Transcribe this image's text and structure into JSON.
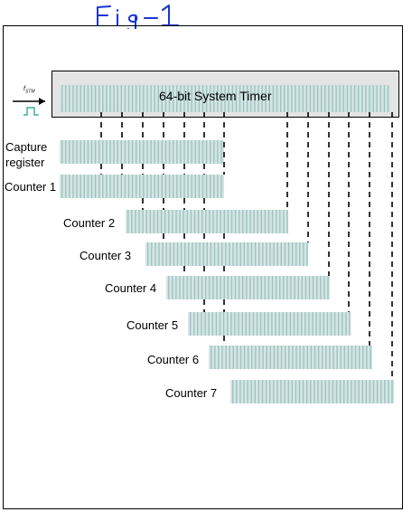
{
  "figure": {
    "handwritten_label": "Fig-1",
    "label_color": "#1a35d6"
  },
  "clock": {
    "label": "f_STM",
    "label_main": "f",
    "label_sub": "STM",
    "pulse_color": "#3bb39a"
  },
  "system_timer": {
    "label": "64-bit System Timer",
    "fill": "#d4e6e4",
    "stripe": "#9fc3bf"
  },
  "registers": [
    {
      "id": "capture",
      "label_line1": "Capture",
      "label_line2": "register"
    },
    {
      "id": "counter1",
      "label": "Counter 1"
    },
    {
      "id": "counter2",
      "label": "Counter 2"
    },
    {
      "id": "counter3",
      "label": "Counter 3"
    },
    {
      "id": "counter4",
      "label": "Counter 4"
    },
    {
      "id": "counter5",
      "label": "Counter 5"
    },
    {
      "id": "counter6",
      "label": "Counter 6"
    },
    {
      "id": "counter7",
      "label": "Counter 7"
    }
  ]
}
